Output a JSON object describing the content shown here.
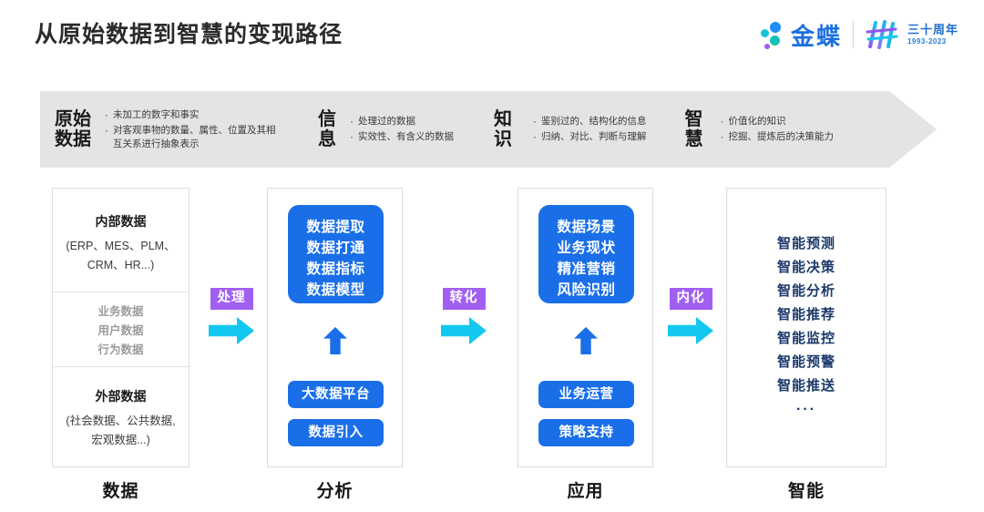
{
  "header": {
    "title": "从原始数据到智慧的变现路径",
    "brand_name": "金蝶",
    "anniversary_text": "三十周年",
    "anniversary_years": "1993-2023"
  },
  "banner": {
    "stages": [
      {
        "name_line1": "原始",
        "name_line2": "数据",
        "bullets": [
          "未加工的数字和事实",
          "对客观事物的数量、属性、位置及其相互关系进行抽象表示"
        ]
      },
      {
        "name_line1": "信",
        "name_line2": "息",
        "bullets": [
          "处理过的数据",
          "实效性、有含义的数据"
        ]
      },
      {
        "name_line1": "知",
        "name_line2": "识",
        "bullets": [
          "鉴别过的、结构化的信息",
          "归纳、对比、判断与理解"
        ]
      },
      {
        "name_line1": "智",
        "name_line2": "慧",
        "bullets": [
          "价值化的知识",
          "挖掘、提炼后的决策能力"
        ]
      }
    ]
  },
  "flow": {
    "columns": [
      {
        "key": "data",
        "footer_label": "数据",
        "top_title": "内部数据",
        "top_sub_line1": "(ERP、MES、PLM、",
        "top_sub_line2": "CRM、HR...)",
        "middle_items": [
          "业务数据",
          "用户数据",
          "行为数据"
        ],
        "bottom_title": "外部数据",
        "bottom_sub_line1": "(社会数据、公共数据,",
        "bottom_sub_line2": "宏观数据...)"
      },
      {
        "key": "analysis",
        "footer_label": "分析",
        "main_box_lines": [
          "数据提取",
          "数据打通",
          "数据指标",
          "数据模型"
        ],
        "pills": [
          "大数据平台",
          "数据引入"
        ]
      },
      {
        "key": "apply",
        "footer_label": "应用",
        "main_box_lines": [
          "数据场景",
          "业务现状",
          "精准营销",
          "风险识别"
        ],
        "pills": [
          "业务运营",
          "策略支持"
        ]
      },
      {
        "key": "smart",
        "footer_label": "智能",
        "items": [
          "智能预测",
          "智能决策",
          "智能分析",
          "智能推荐",
          "智能监控",
          "智能预警",
          "智能推送"
        ],
        "ellipsis": "···"
      }
    ],
    "connectors": [
      {
        "key": "process",
        "label": "处理"
      },
      {
        "key": "transform",
        "label": "转化"
      },
      {
        "key": "internalize",
        "label": "内化"
      }
    ]
  },
  "colors": {
    "blue": "#1a6fe8",
    "purple": "#a15ff2",
    "cyan": "#12c8f0",
    "banner_grey": "#e4e4e4",
    "navy": "#1b3a6b"
  }
}
